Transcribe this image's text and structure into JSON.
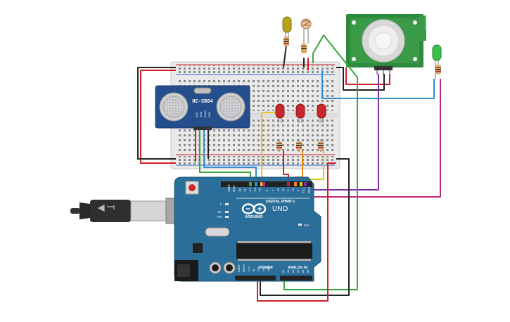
{
  "sensor": {
    "model": "HC-SR04",
    "pins": [
      "VCC",
      "TRIG",
      "ECHO",
      "GND"
    ]
  },
  "board": {
    "brand": "ARDUINO",
    "model": "UNO",
    "digital_label": "DIGITAL (PWM~)",
    "power_label": "POWER",
    "analog_label": "ANALOG IN",
    "tx": "TX",
    "rx": "RX",
    "l": "L",
    "on": "ON",
    "aref": "AREF",
    "gnd": "GND",
    "digital_pins": [
      "13",
      "12",
      "~11",
      "~10",
      "~9",
      "8",
      "7",
      "~6",
      "~5",
      "4",
      "~3",
      "2",
      "TX 1",
      "RX 0"
    ],
    "power_pins": [
      "IOREF",
      "RESET",
      "3.3V",
      "5V",
      "GND",
      "GND",
      "VIN"
    ],
    "analog_pins": [
      "A0",
      "A1",
      "A2",
      "A3",
      "A4",
      "A5"
    ]
  },
  "pir": {
    "left_label": "ADJUSTABLE",
    "right_label": "DELAY TIME"
  },
  "colors": {
    "red": "#d0202a",
    "black": "#222222",
    "green": "#3aa63a",
    "blue": "#2f8fd6",
    "yellow": "#e9c51d",
    "orange": "#ee8a1a",
    "purple": "#7b2f9c",
    "magenta": "#c2287a",
    "board": "#2c6e9a"
  }
}
